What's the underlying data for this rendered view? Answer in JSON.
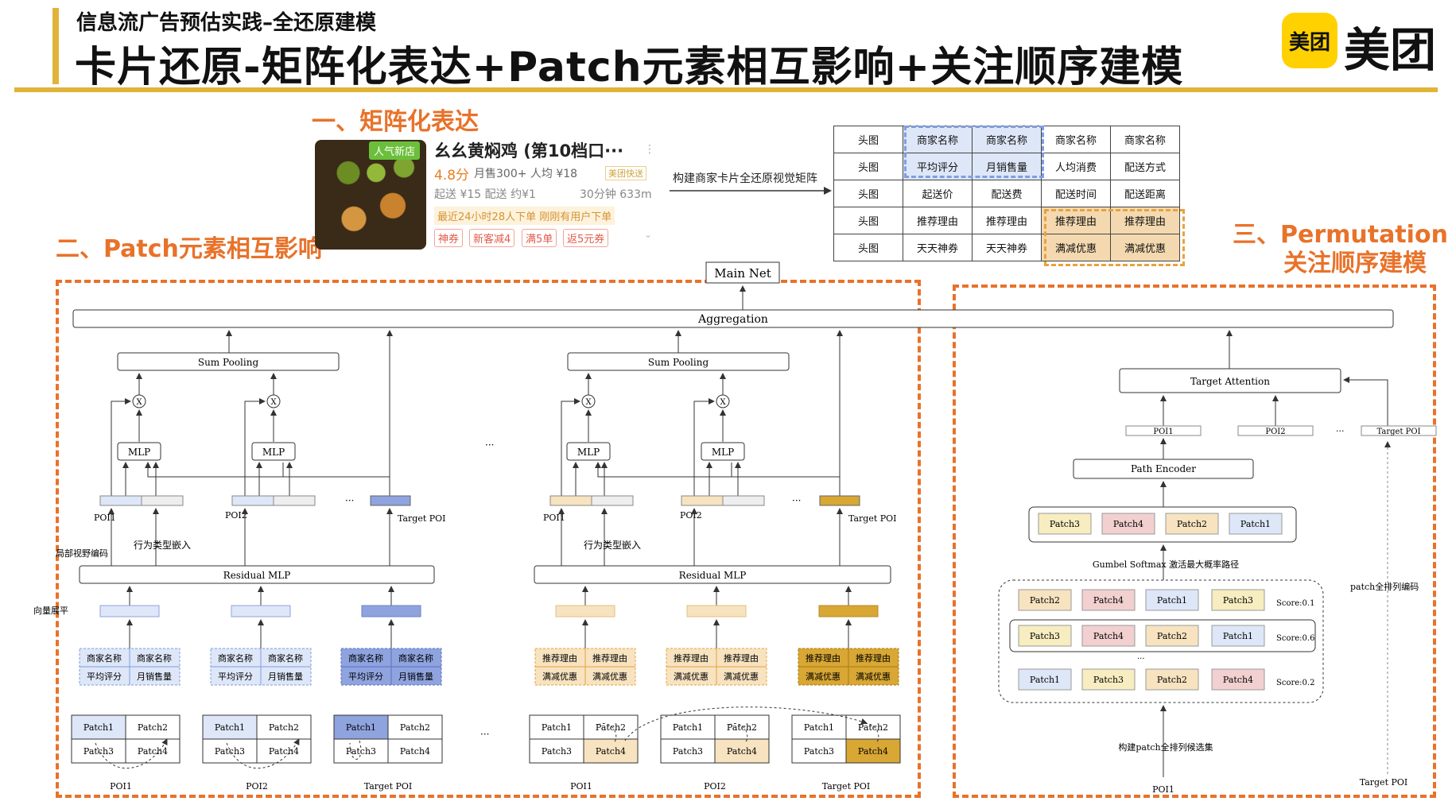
{
  "header": {
    "subtitle": "信息流广告预估实践–全还原建模",
    "title": "卡片还原-矩阵化表达+Patch元素相互影响+关注顺序建模"
  },
  "logo": {
    "badge": "美团",
    "text": "美团",
    "color": "#ffd100"
  },
  "sections": {
    "one": "一、矩阵化表达",
    "two": "二、Patch元素相互影响",
    "three_a": "三、Permutation",
    "three_b": "关注顺序建模"
  },
  "colors": {
    "accent": "#e8722a",
    "rule": "#e0b43a",
    "blue": "#dee7f8",
    "blue_strong": "#8fa3df",
    "tan": "#f7e3c0",
    "gold": "#d8a734",
    "pink": "#f2d0d0"
  },
  "card": {
    "badge": "人气新店",
    "name": "幺幺黄焖鸡 (第10档口···",
    "more": "⋮",
    "rating": "4.8分",
    "sales": "月售300+  人均 ¥18",
    "tag": "美团快送",
    "delivery": "起送 ¥15  配送 约¥1",
    "time": "30分钟 633m",
    "promo": "最近24小时28人下单  刚刚有用户下单",
    "coupons": [
      "神券",
      "新客减4",
      "满5单",
      "返5元券"
    ],
    "expand": "⌄"
  },
  "arrow_label": "构建商家卡片全还原视觉矩阵",
  "matrix": [
    [
      "头图",
      "商家名称",
      "商家名称",
      "商家名称",
      "商家名称"
    ],
    [
      "头图",
      "平均评分",
      "月销售量",
      "人均消费",
      "配送方式"
    ],
    [
      "头图",
      "起送价",
      "配送费",
      "配送时间",
      "配送距离"
    ],
    [
      "头图",
      "推荐理由",
      "推荐理由",
      "推荐理由",
      "推荐理由"
    ],
    [
      "头图",
      "天天神券",
      "天天神券",
      "满减优惠",
      "满减优惠"
    ]
  ],
  "left": {
    "main_net": "Main Net",
    "aggregation": "Aggregation",
    "sum_pooling": "Sum Pooling",
    "mlp": "MLP",
    "times": "X",
    "residual_mlp": "Residual MLP",
    "ellipsis": "···",
    "local_view": "局部视野编码",
    "behavior_embed": "行为类型嵌入",
    "vector_flatten": "向量展平",
    "poi1": "POI1",
    "poi2": "POI2",
    "target_poi": "Target POI",
    "mini_a": [
      "商家名称",
      "商家名称",
      "平均评分",
      "月销售量"
    ],
    "mini_b": [
      "推荐理由",
      "推荐理由",
      "满减优惠",
      "满减优惠"
    ],
    "patches": [
      "Patch1",
      "Patch2",
      "Patch3",
      "Patch4"
    ]
  },
  "right": {
    "target_attention": "Target Attention",
    "poi1": "POI1",
    "poi2": "POI2",
    "ellipsis": "···",
    "target_poi": "Target POI",
    "path_encoder": "Path Encoder",
    "best_path": [
      "Patch3",
      "Patch4",
      "Patch2",
      "Patch1"
    ],
    "gumbel": "Gumbel Softmax 激活最大概率路径",
    "perm_encode": "patch全排列编码",
    "perms": [
      {
        "patches": [
          "Patch2",
          "Patch4",
          "Patch1",
          "Patch3"
        ],
        "score": "Score:0.1"
      },
      {
        "patches": [
          "Patch3",
          "Patch4",
          "Patch2",
          "Patch1"
        ],
        "score": "Score:0.6"
      },
      {
        "patches": [
          "Patch1",
          "Patch3",
          "Patch2",
          "Patch4"
        ],
        "score": "Score:0.2"
      }
    ],
    "perm_dots": "···",
    "build_set": "构建patch全排列候选集",
    "bottom_poi": "POI1",
    "bottom_target": "Target POI"
  }
}
